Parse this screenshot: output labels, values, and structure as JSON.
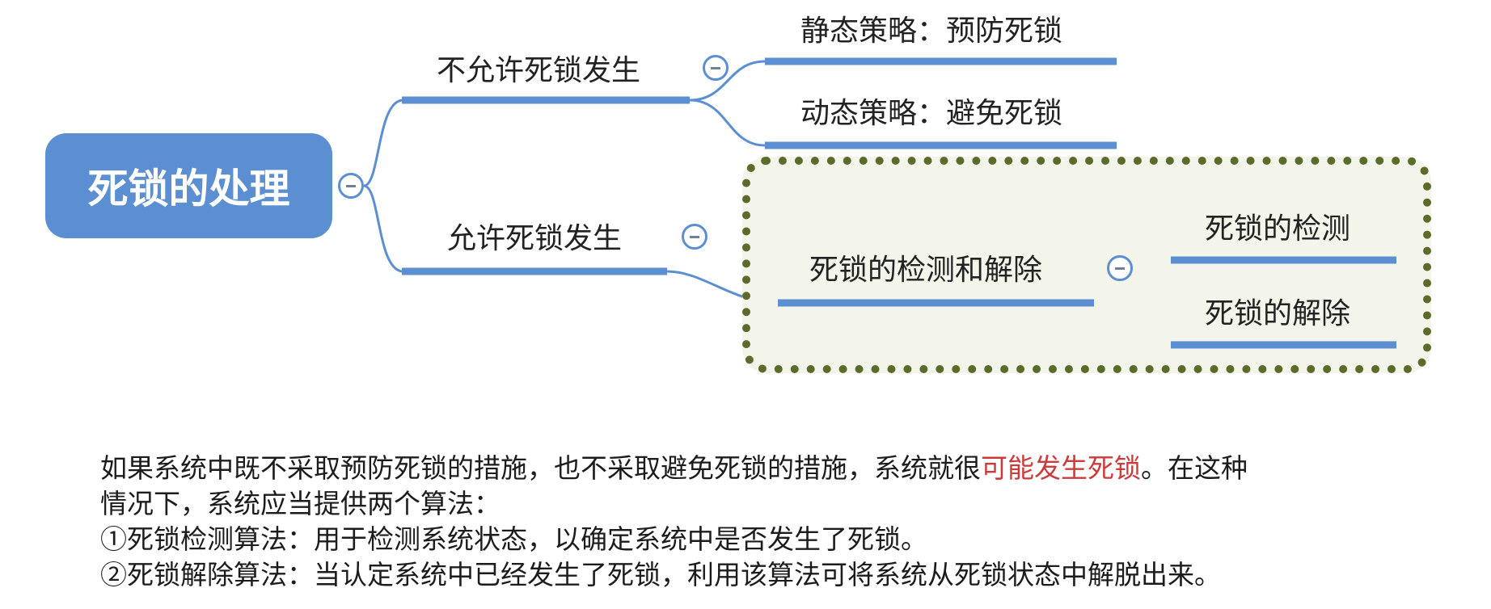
{
  "mindmap": {
    "root": {
      "label": "死锁的处理"
    },
    "branches": [
      {
        "label": "不允许死锁发生",
        "children": [
          "静态策略：预防死锁",
          "动态策略：避免死锁"
        ]
      },
      {
        "label": "允许死锁发生",
        "children": [
          {
            "label": "死锁的检测和解除",
            "children": [
              "死锁的检测",
              "死锁的解除"
            ]
          }
        ]
      }
    ]
  },
  "explanation": {
    "line1_before": "如果系统中既不采取预防死锁的措施，也不采取避免死锁的措施，系统就很",
    "line1_emphasis": "可能发生死锁",
    "line1_after": "。在这种",
    "line2": "情况下，系统应当提供两个算法：",
    "line3": "①死锁检测算法：用于检测系统状态，以确定系统中是否发生了死锁。",
    "line4": "②死锁解除算法：当认定系统中已经发生了死锁，利用该算法可将系统从死锁状态中解脱出来。"
  },
  "colors": {
    "accent": "#5b8fd1",
    "highlight_border": "#5a6b2a",
    "highlight_fill": "#f3f4ea",
    "emphasis_text": "#cc3a3a"
  }
}
